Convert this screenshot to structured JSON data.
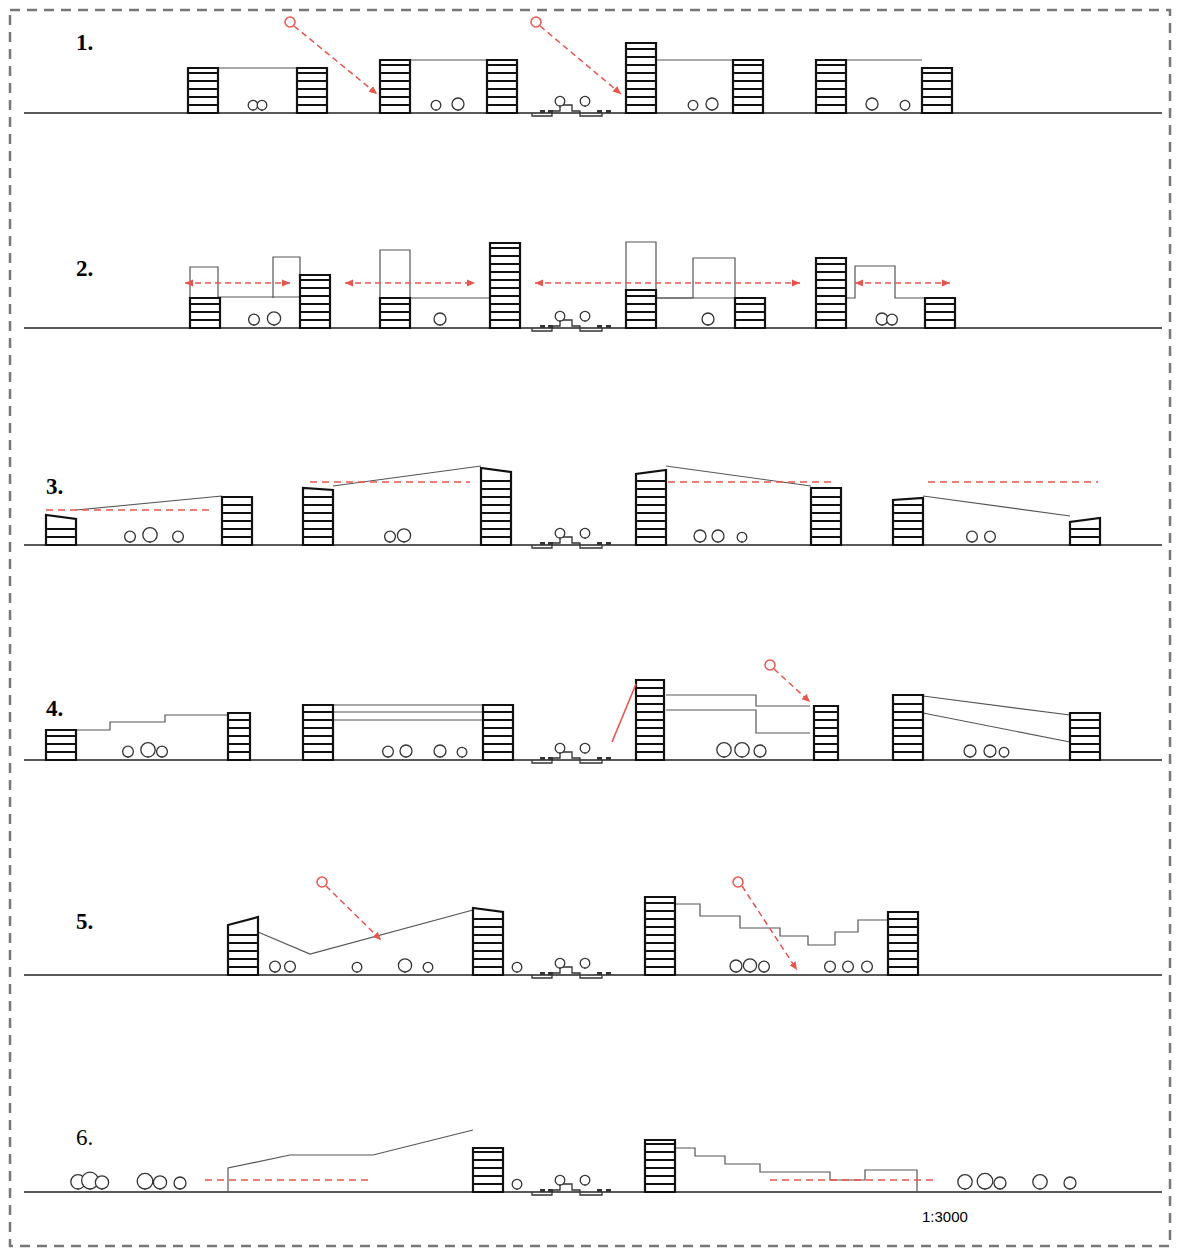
{
  "diagram": {
    "labels": [
      "1.",
      "2.",
      "3.",
      "4.",
      "5.",
      "6.",
      "1:3000"
    ]
  }
}
